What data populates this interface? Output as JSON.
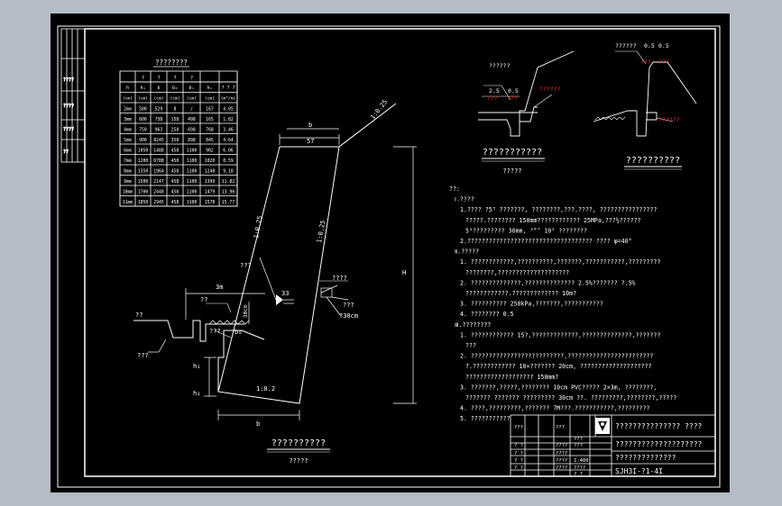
{
  "colors": {
    "background": "#b5bcc6",
    "sheet": "#000000",
    "line": "#ffffff",
    "accent": "#ff2a2a"
  },
  "table": {
    "title": "????????",
    "header_row1": [
      "h",
      "h₁",
      "b",
      "b₀",
      "b₁",
      "h₁",
      "? ? ?"
    ],
    "header_row2": [
      "(cm)",
      "(cm)",
      "(cm)",
      "(cm)",
      "(cm)",
      "(cm)",
      "(m³/m)"
    ],
    "top_labels": [
      "?",
      "?",
      "?",
      "?"
    ],
    "rows": [
      [
        "2mm",
        "500",
        "529",
        "8",
        "/",
        "167",
        "4.05"
      ],
      [
        "3mm",
        "600",
        "738",
        "158",
        "498",
        "165",
        "1.82"
      ],
      [
        "4mm",
        "750",
        "963",
        "258",
        "698",
        "768",
        "3.46"
      ],
      [
        "5mm",
        "900",
        "8245",
        "358",
        "898",
        "845",
        "4.64"
      ],
      [
        "6mm",
        "1050",
        "1488",
        "458",
        "1100",
        "902",
        "6.06"
      ],
      [
        "7mm",
        "1200",
        "6788",
        "458",
        "1100",
        "1020",
        "8.59"
      ],
      [
        "8mm",
        "1350",
        "1964",
        "458",
        "1100",
        "1248",
        "9.18"
      ],
      [
        "9mm",
        "1500",
        "2147",
        "458",
        "1100",
        "1399",
        "11.82"
      ],
      [
        "10mm",
        "1700",
        "2448",
        "458",
        "1100",
        "1479",
        "13.96"
      ],
      [
        "11mm",
        "1850",
        "2945",
        "458",
        "1100",
        "1578",
        "15.77"
      ]
    ]
  },
  "main_section": {
    "title": "??????????",
    "subtitle": "?????",
    "labels": {
      "b_top": "b",
      "dim_57": "57",
      "slope_top": "1:0.25",
      "slope_left": "1:0.25",
      "slope_right": "1:0.25",
      "h_right": "H",
      "dim_3m": "3m",
      "dim_30cm": "30cm",
      "lbl_drain": "???",
      "lbl_22": "??",
      "lbl_cap": "???",
      "lbl_pipe": "????",
      "lbl_pipe2": "???",
      "lbl_30cm": "?30cm",
      "lbl_ground": "??",
      "lbl_base": "???",
      "lbl_h1": "h₁",
      "lbl_h2": "h₂",
      "lbl_slope_bot": "1:0.2",
      "lbl_b_bot": "b",
      "lbl_b0": "b₀",
      "lbl_33": "33"
    }
  },
  "detail1": {
    "title": "???????????",
    "subtitle": "?????",
    "labels": {
      "top": "??????",
      "d25": "2.5",
      "d05": "0.5",
      "r1": "???",
      "r2": "???",
      "r3": "??????"
    }
  },
  "detail2": {
    "title": "??????????",
    "labels": {
      "top": "??????",
      "d05a": "0.5",
      "d05b": "0.5",
      "r1": "???",
      "r2": "???",
      "r3": "??????"
    }
  },
  "notes": [
    {
      "text": "??:",
      "indent": 0
    },
    {
      "text": "Ⅰ.????",
      "indent": 1
    },
    {
      "text": "1.???? ?5³ ???????, ????????,???.????,          ????????????????",
      "indent": 2
    },
    {
      "text": "?????.????????  150mm????????????   25MPa,???½??????",
      "indent": 3
    },
    {
      "text": "5³?????????    30mm,   ³°’ 10³    ????????",
      "indent": 3
    },
    {
      "text": "2.???????????????????????????????????        ????  φ=40°",
      "indent": 2
    },
    {
      "text": "Ⅱ.?????",
      "indent": 1
    },
    {
      "text": "1. ????????????,??????????,???????,???????????,?????????",
      "indent": 2
    },
    {
      "text": "????????,????????????????????",
      "indent": 3
    },
    {
      "text": "2. ??????????????,??????????????      2.5%???????       ?.5%",
      "indent": 2
    },
    {
      "text": "????????????.?????????????           10m?",
      "indent": 3
    },
    {
      "text": "3. ??????????   250kPa,???????,???????????",
      "indent": 2
    },
    {
      "text": "4. ????????    0.5",
      "indent": 2
    },
    {
      "text": "Ⅲ.????????",
      "indent": 1
    },
    {
      "text": "1. ????????????     15?,?????????????,??????????????,???????",
      "indent": 2
    },
    {
      "text": "???",
      "indent": 3
    },
    {
      "text": "2. ??????????????????????????,????????????????????????",
      "indent": 2
    },
    {
      "text": "?.????????????    10×???????      20cm,  ????????????????????",
      "indent": 3
    },
    {
      "text": "???????????????????          150mm?",
      "indent": 3
    },
    {
      "text": "3. ???????,?????,????????      10cm       PVC?????    2×3m,      ????????,",
      "indent": 2
    },
    {
      "text": "???????  ???????  ?????????    30cm   ??.   ?????????,????????,?????",
      "indent": 3
    },
    {
      "text": "4. ????,?????????,???????       7M???.???????????,?????????",
      "indent": 2
    },
    {
      "text": "5. ???????????",
      "indent": 2
    }
  ],
  "title_block": {
    "header": "??????????????? ????",
    "drawing_title": "????????????????????",
    "sub_title": "??????????????",
    "drawing_no": "SJH3I-?1-4I",
    "small_cells": [
      "???",
      "???",
      "? ?",
      "? ?",
      "? ?",
      "? ?",
      "????",
      "???",
      "????",
      "???",
      "????",
      "1:400",
      "????",
      "????",
      "? ?"
    ]
  }
}
